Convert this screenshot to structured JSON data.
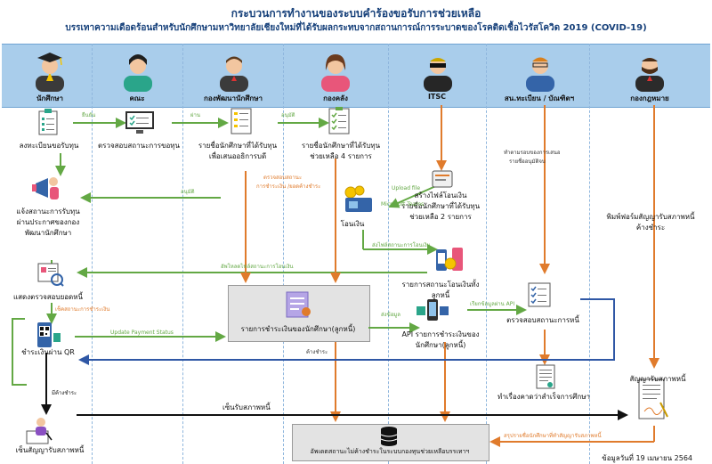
{
  "title": "กระบวนการทำงานของระบบคำร้องขอรับการช่วยเหลือ",
  "subtitle": "บรรเทาความเดือดร้อนสำหรับนักศึกษามหาวิทยาลัยเชียงใหม่ที่ได้รับผลกระทบจากสถานการณ์การระบาดของโรคติดเชื้อไวรัสโควิด 2019 (COVID-19)",
  "lanes": [
    "นักศึกษา",
    "คณะ",
    "กองพัฒนานักศึกษา",
    "กองคลัง",
    "ITSC",
    "สน.ทะเบียน / บัณฑิตฯ",
    "กองกฎหมาย"
  ],
  "nodes": {
    "register": "ลงทะเบียนขอรับทุน",
    "check_status": "ตรวจสอบสถานะการขอทุน",
    "list_approve_1": "รายชื่อนักศึกษาที่ได้รับทุน",
    "list_approve_2": "เพื่อเสนออธิการบดี",
    "list_aid_1": "รายชื่อนักศึกษาที่ได้รับทุน",
    "list_aid_2": "ช่วยเหลือ 4 รายการ",
    "create_file_1": "สร้างไฟล์โอนเงิน",
    "create_file_2": "รายชื่อนักศึกษาที่ได้รับทุน",
    "create_file_3": "ช่วยเหลือ 2 รายการ",
    "notify_1": "แจ้งสถานะการรับทุน",
    "notify_2": "ผ่านประกาศของกอง",
    "notify_3": "พัฒนานักศึกษา",
    "transfer": "โอนเงิน",
    "transfer_status_1": "รายการสถานะโอนเงินทั้ง",
    "transfer_status_2": "ลูกหนี้",
    "show_debt": "แสดงตรวจสอบยอดหนี้",
    "payment_list": "รายการชำระเงินของนักศึกษา(ลูกหนี้)",
    "api_list_1": "API รายการชำระเงินของ",
    "api_list_2": "นักศึกษา(ลูกหนี้)",
    "check_debt_status": "ตรวจสอบสถานะการหนี้",
    "pay_qr": "ชำระเงินผ่าน QR",
    "print_contract_1": "พิมพ์ฟอร์มสัญญารับสภาพหนี้",
    "print_contract_2": "ค้างชำระ",
    "contract": "สัญญารับสภาพหนี้",
    "notify_grad": "ทำเรื่องคาดว่าสำเร็จการศึกษา",
    "sign_contract": "เซ็นสัญญารับสภาพหนี้",
    "update_status": "อัพเดตสถานะไม่ค้างชำระในระบบกองทุนช่วยเหลือบรรเทาฯ"
  },
  "arrow_labels": {
    "confirm": "ยืนยัน",
    "pass": "ผ่าน",
    "approve": "อนุมัติ",
    "approve2": "อนุมัติ",
    "check_status_a": "ตรวจสอบสถานะ",
    "check_status_b": "การชำระเงิน /ยอดค้างชำระ",
    "upload_a": "Upload file",
    "upload_b": "Microsoft Teams",
    "send_file": "ส่งไฟล์สถานะการโอนเงิน",
    "update_transfer": "อัพโหลดไฟล์สถานะการโอนเงิน",
    "pay_status": "เช็คสถานะการชำระเงิน",
    "update_payment": "Update Payment Status",
    "send_data": "ส่งข้อมูล",
    "via_api": "เรียกข้อมูลผ่าน API",
    "request_debt_a": "ทำตามรอบของการเสนอ",
    "request_debt_b": "รายชื่ออนุมัติจบ",
    "outstanding": "ค้างชำระ",
    "outstanding2": "มีค้างชำระ",
    "sign": "เซ็นรับสภาพหนี้",
    "conclude": "สรุปรายชื่อนักศึกษาที่ทำสัญญารับสภาพหนี้"
  },
  "footer": "ข้อมูลวันที่ 19 เมษายน 2564",
  "colors": {
    "lane_bar": "#a9cdeb",
    "arrow_green": "#63a844",
    "arrow_orange": "#e07b2c",
    "arrow_blue": "#2f57a5",
    "arrow_black": "#111111",
    "title": "#16407a"
  }
}
